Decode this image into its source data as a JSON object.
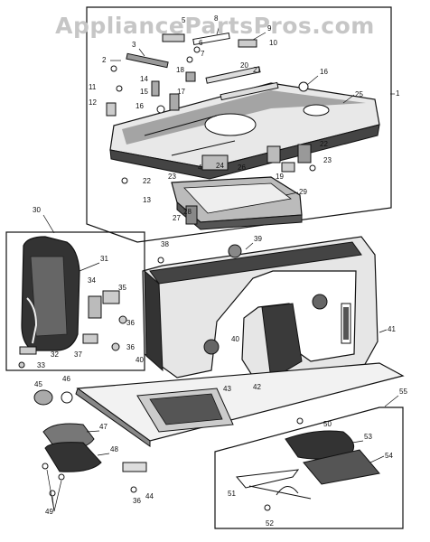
{
  "watermark": "AppliancePartsPros.com",
  "callouts": [
    "1",
    "2",
    "3",
    "4",
    "5",
    "6",
    "7",
    "8",
    "9",
    "10",
    "11",
    "12",
    "13",
    "14",
    "15",
    "16",
    "17",
    "18",
    "19",
    "20",
    "21",
    "22",
    "23",
    "24",
    "25",
    "26",
    "27",
    "28",
    "29",
    "30",
    "31",
    "32",
    "33",
    "34",
    "35",
    "36",
    "37",
    "38",
    "39",
    "40",
    "41",
    "42",
    "43",
    "44",
    "45",
    "46",
    "47",
    "48",
    "49",
    "50",
    "51",
    "52",
    "53",
    "54",
    "55"
  ]
}
